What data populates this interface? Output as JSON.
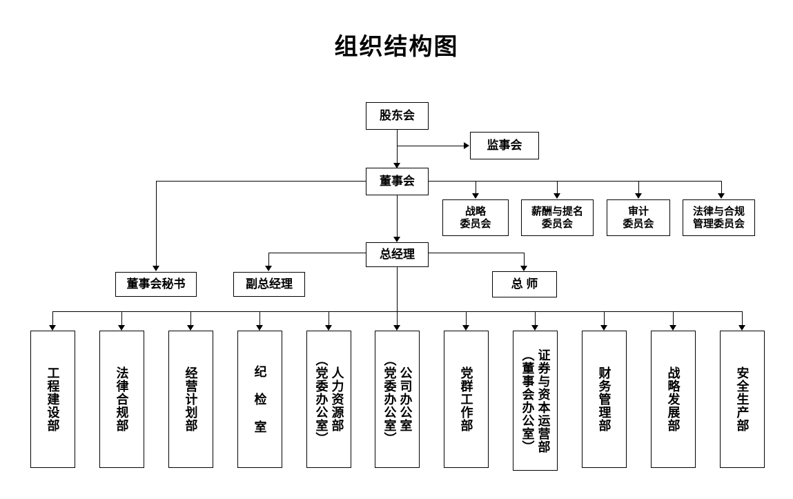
{
  "chart_data": {
    "type": "diagram",
    "title": "组织结构图",
    "diagram_kind": "org-chart",
    "orientation": "top-down",
    "nodes": [
      {
        "id": "shareholders",
        "label": "股东会",
        "level": 0
      },
      {
        "id": "supervisory",
        "label": "监事会",
        "level": 1
      },
      {
        "id": "board",
        "label": "董事会",
        "level": 1
      },
      {
        "id": "committee_strategy",
        "label": "战略\n委员会",
        "level": 2
      },
      {
        "id": "committee_comp",
        "label": "薪酬与提名\n委员会",
        "level": 2
      },
      {
        "id": "committee_audit",
        "label": "审计\n委员会",
        "level": 2
      },
      {
        "id": "committee_legal",
        "label": "法律与合规\n管理委员会",
        "level": 2
      },
      {
        "id": "board_secretary",
        "label": "董事会秘书",
        "level": 3
      },
      {
        "id": "deputy_gm",
        "label": "副总经理",
        "level": 3
      },
      {
        "id": "general_manager",
        "label": "总经理",
        "level": 2
      },
      {
        "id": "chief_engineer",
        "label": "总 师",
        "level": 3
      },
      {
        "id": "dept_engineering",
        "label": "工程建设部",
        "level": 4
      },
      {
        "id": "dept_legal",
        "label": "法律合规部",
        "level": 4
      },
      {
        "id": "dept_planning",
        "label": "经营计划部",
        "level": 4
      },
      {
        "id": "dept_discipline",
        "label": "纪 检 室",
        "level": 4
      },
      {
        "id": "dept_hr",
        "label": "人力资源部\n（党委办公室）",
        "level": 4
      },
      {
        "id": "dept_office",
        "label": "公司办公室\n（党委办公室）",
        "level": 4
      },
      {
        "id": "dept_party",
        "label": "党群工作部",
        "level": 4
      },
      {
        "id": "dept_securities",
        "label": "证券与资本运营部\n（董事会办公室）",
        "level": 4
      },
      {
        "id": "dept_finance",
        "label": "财务管理部",
        "level": 4
      },
      {
        "id": "dept_strategy",
        "label": "战略发展部",
        "level": 4
      },
      {
        "id": "dept_safety",
        "label": "安全生产部",
        "level": 4
      }
    ],
    "edges": [
      {
        "from": "shareholders",
        "to": "supervisory"
      },
      {
        "from": "shareholders",
        "to": "board"
      },
      {
        "from": "board",
        "to": "committee_strategy"
      },
      {
        "from": "board",
        "to": "committee_comp"
      },
      {
        "from": "board",
        "to": "committee_audit"
      },
      {
        "from": "board",
        "to": "committee_legal"
      },
      {
        "from": "board",
        "to": "board_secretary"
      },
      {
        "from": "board",
        "to": "general_manager"
      },
      {
        "from": "general_manager",
        "to": "deputy_gm"
      },
      {
        "from": "general_manager",
        "to": "chief_engineer"
      },
      {
        "from": "general_manager",
        "to": "dept_engineering"
      },
      {
        "from": "general_manager",
        "to": "dept_legal"
      },
      {
        "from": "general_manager",
        "to": "dept_planning"
      },
      {
        "from": "general_manager",
        "to": "dept_discipline"
      },
      {
        "from": "general_manager",
        "to": "dept_hr"
      },
      {
        "from": "general_manager",
        "to": "dept_office"
      },
      {
        "from": "general_manager",
        "to": "dept_party"
      },
      {
        "from": "general_manager",
        "to": "dept_securities"
      },
      {
        "from": "general_manager",
        "to": "dept_finance"
      },
      {
        "from": "general_manager",
        "to": "dept_strategy"
      },
      {
        "from": "general_manager",
        "to": "dept_safety"
      }
    ],
    "colors": {
      "line": "#000000",
      "box_fill": "#ffffff",
      "box_border": "#000000",
      "text": "#000000"
    }
  },
  "page": {
    "title": "组织结构图"
  },
  "top": {
    "shareholders": "股东会",
    "supervisory": "监事会",
    "board": "董事会"
  },
  "committees": {
    "strategy_line1": "战略",
    "strategy_line2": "委员会",
    "compensation_line1": "薪酬与提名",
    "compensation_line2": "委员会",
    "audit_line1": "审计",
    "audit_line2": "委员会",
    "legal_line1": "法律与合规",
    "legal_line2": "管理委员会"
  },
  "management": {
    "board_secretary": "董事会秘书",
    "deputy_gm": "副总经理",
    "general_manager": "总经理",
    "chief_engineer": "总 师"
  },
  "departments": {
    "engineering": "工程建设部",
    "legal": "法律合规部",
    "planning": "经营计划部",
    "discipline": "纪 检 室",
    "hr_main": "人力资源部",
    "hr_sub": "（党委办公室）",
    "office_main": "公司办公室",
    "office_sub": "（党委办公室）",
    "party": "党群工作部",
    "securities_main": "证券与资本运营部",
    "securities_sub": "（董事会办公室）",
    "finance": "财务管理部",
    "strategy": "战略发展部",
    "safety": "安全生产部"
  }
}
